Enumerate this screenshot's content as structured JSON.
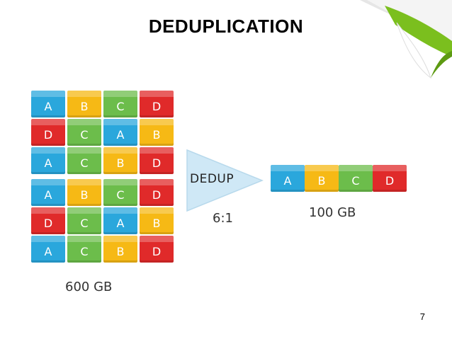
{
  "slide": {
    "title": "DEDUPLICATION",
    "page_number": "7"
  },
  "colors": {
    "blue": "#2aa7dc",
    "yellow": "#f6b915",
    "green": "#6cbd4b",
    "red": "#e02a2a",
    "triangle": "#cfe8f6",
    "corner_green": "#6fb01a"
  },
  "input_blocks": {
    "label": "600 GB",
    "rows": [
      [
        "A",
        "B",
        "C",
        "D"
      ],
      [
        "D",
        "C",
        "A",
        "B"
      ],
      [
        "A",
        "C",
        "B",
        "D"
      ],
      [
        "A",
        "B",
        "C",
        "D"
      ],
      [
        "D",
        "C",
        "A",
        "B"
      ],
      [
        "A",
        "C",
        "B",
        "D"
      ]
    ]
  },
  "process": {
    "label": "DEDUP",
    "ratio": "6:1"
  },
  "output_blocks": {
    "label": "100 GB",
    "row": [
      "A",
      "B",
      "C",
      "D"
    ]
  }
}
